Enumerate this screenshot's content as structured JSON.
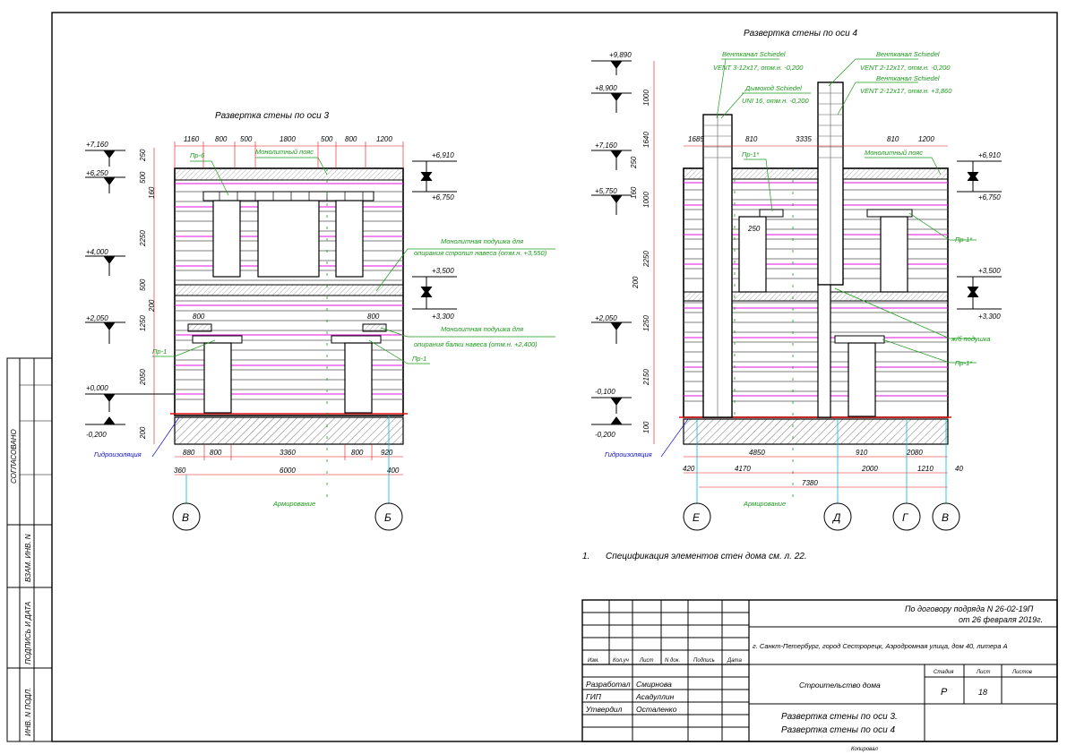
{
  "wall3": {
    "title": "Развертка стены по оси 3",
    "top_dims": [
      "1160",
      "800",
      "500",
      "1800",
      "500",
      "800",
      "1200"
    ],
    "bottom_dims": [
      "880",
      "800",
      "3360",
      "800",
      "920"
    ],
    "bottom_ends": {
      "left": "360",
      "total": "6000",
      "right": "400"
    },
    "left_dims": [
      "250",
      "500",
      "160",
      "2250",
      "500",
      "200",
      "1250",
      "2050",
      "200"
    ],
    "levels_left": [
      "+7,160",
      "+6,250",
      "+4,000",
      "+2,050",
      "+0,000",
      "-0,200"
    ],
    "levels_right": [
      "+6,910",
      "+6,750",
      "+3,500",
      "+3,300"
    ],
    "opening_dims": [
      "800",
      "800"
    ],
    "labels": {
      "pr6": "Пр-6",
      "pr1_left": "Пр-1",
      "pr1_right": "Пр-1",
      "monolith_belt": "Монолитный пояс",
      "pad1_line1": "Монолитная подушка для",
      "pad1_line2": "опирания стропил навеса (отм.н. +3,550)",
      "pad2_line1": "Монолитная подушка для",
      "pad2_line2": "опирания балки навеса (отм.н. +2,400)",
      "waterproof": "Гидроизоляция",
      "reinforce": "Армирование"
    },
    "axes": [
      "В",
      "Б"
    ]
  },
  "wall4": {
    "title": "Развертка стены по оси 4",
    "top_dims": [
      "1685",
      "810",
      "3335",
      "810",
      "1200"
    ],
    "dim_250": "250",
    "bottom_dims_1": [
      "4850",
      "910",
      "2080"
    ],
    "bottom_dims_2": [
      "420",
      "4170",
      "2000",
      "1210",
      "40"
    ],
    "total": "7380",
    "left_dims": [
      "1000",
      "1640",
      "250",
      "160",
      "1000",
      "2250",
      "200",
      "1250",
      "2150",
      "100"
    ],
    "levels_left": [
      "+9,890",
      "+8,900",
      "+7,160",
      "+5,750",
      "+2,050",
      "-0,100",
      "-0,200"
    ],
    "levels_right": [
      "+6,910",
      "+6,750",
      "+3,500",
      "+3,300"
    ],
    "labels": {
      "vent1_line1": "Вентканал Schiedel",
      "vent1_line2": "VENT 3-12x17, отм.н. -0,200",
      "vent2_line1": "Вентканал Schiedel",
      "vent2_line2": "VENT 2-12x17, отм.н. -0,200",
      "vent3_line1": "Вентканал Schiedel",
      "vent3_line2": "VENT 2-12x17, отм.н. +3,860",
      "flue_line1": "Дымоход Schiedel",
      "flue_line2": "UNI 16, отм.н. -0,200",
      "pr1a": "Пр-1*",
      "pr1b": "Пр-1*",
      "pr1c": "Пр-1*",
      "monolith_belt": "Монолитный пояс",
      "pad": "ж/б подушка",
      "waterproof": "Гидроизоляция",
      "reinforce": "Армирование"
    },
    "axes": [
      "Е",
      "Д",
      "Г",
      "В"
    ]
  },
  "note": {
    "num": "1.",
    "text": "Спецификация элементов стен дома см. л. 22."
  },
  "side_stamp": [
    "СОГЛАСОВАНО",
    "ВЗАМ. ИНВ. N",
    "ПОДПИСЬ И ДАТА",
    "ИНВ. N ПОДЛ."
  ],
  "titleblock": {
    "contract_line1": "По договору подряда N 26-02-19П",
    "contract_line2": "от 26 февраля 2019г.",
    "address": "г. Санкт-Петербург, город Сестрорецк, Аэродромная улица, дом 40, литера А",
    "columns": [
      "Изм.",
      "Кол.уч",
      "Лист",
      "N док.",
      "Подпись",
      "Дата"
    ],
    "people": [
      {
        "role": "Разработал",
        "name": "Смирнова"
      },
      {
        "role": "ГИП",
        "name": "Асадуллин"
      },
      {
        "role": "Утвердил",
        "name": "Осталенко"
      }
    ],
    "object": "Строительство дома",
    "stage_head": "Стадия",
    "sheet_head": "Лист",
    "sheets_head": "Листов",
    "stage": "Р",
    "sheet": "18",
    "drawing_line1": "Развертка стены по оси 3.",
    "drawing_line2": "Развертка стены по оси 4",
    "format": "Копировал"
  }
}
